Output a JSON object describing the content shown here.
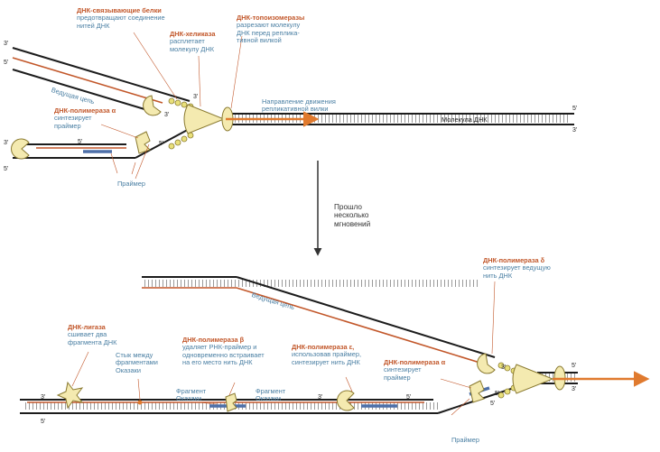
{
  "colors": {
    "strand": "#1c1c1c",
    "ticks": "#9a9a9a",
    "new_strand": "#c2572a",
    "arrow": "#e07a2e",
    "enzyme_fill": "#f4eab0",
    "enzyme_stroke": "#8a7a30",
    "label_blue": "#4a7fa3",
    "label_orange": "#c2572a",
    "primer_blue": "#4d6fa8"
  },
  "top": {
    "ssb": {
      "title": "ДНК-связывающие белки",
      "text": "предотвращают соединение\nнитей ДНК"
    },
    "helicase": {
      "title": "ДНК-хеликаза",
      "text": "расплетает\nмолекулу ДНК"
    },
    "topoisomerase": {
      "title": "ДНК-топоизомеразы",
      "text": "разрезают молекулу\nДНК перед реплика-\nтивной вилкой"
    },
    "direction": {
      "text": "Направление движения\nрепликативной вилки"
    },
    "molecule": "Молекула ДНК",
    "leading": "Ведущая цепь",
    "pol_alpha": {
      "title": "ДНК-полимераза α",
      "text": "синтезирует\nпраймер"
    },
    "primer": "Праймер",
    "ends": {
      "a": "3'",
      "b": "5'",
      "c": "3'",
      "d": "5'",
      "e": "5'",
      "f": "3'",
      "g": "3'",
      "h": "5'",
      "i": "5'",
      "j": "3'"
    }
  },
  "middle": {
    "text": "Прошло\nнесколько\nмгновений"
  },
  "bottom": {
    "pol_delta": {
      "title": "ДНК-полимераза δ",
      "text": "синтезирует ведущую\nнить ДНК"
    },
    "leading": "Ведущая цепь",
    "ligase": {
      "title": "ДНК-лигаза",
      "text": "сшивает два\nфрагмента ДНК"
    },
    "junction": {
      "text": "Стык между\nфрагментами\nОказаки"
    },
    "pol_beta": {
      "title": "ДНК-полимераза β",
      "text": "удаляет РНК-праймер и\nодновременно встраивает\nна его место нить ДНК"
    },
    "pol_epsilon": {
      "title": "ДНК-полимераза ε,",
      "text": "использовав праймер,\nсинтезирует нить ДНК"
    },
    "pol_alpha": {
      "title": "ДНК-полимераза α",
      "text": "синтезирует\nпраймер"
    },
    "fragment1": "Фрагмент\nОказаки",
    "fragment2": "Фрагмент\nОказаки",
    "primer": "Праймер",
    "ends": {
      "a": "3'",
      "b": "5'",
      "c": "3'",
      "d": "5'",
      "e": "5'",
      "f": "3'",
      "g": "5'",
      "h": "3'",
      "i": "5'"
    }
  }
}
